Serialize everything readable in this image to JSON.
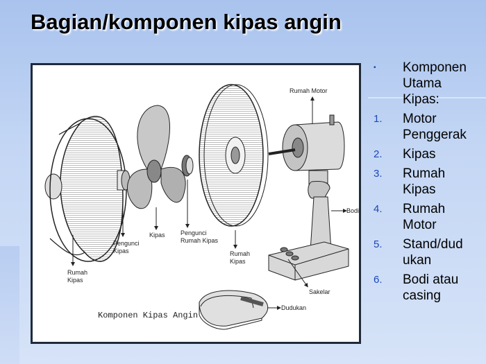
{
  "slide": {
    "title": "Bagian/komponen kipas angin"
  },
  "figure": {
    "caption": "Komponen Kipas Angin",
    "labels": {
      "rumah_motor_top": "Rumah Motor",
      "bodi": "Bodi",
      "rumah_kipas_front_l1": "Rumah",
      "rumah_kipas_front_l2": "Kipas",
      "pengunci_kipas_l1": "Pengunci",
      "pengunci_kipas_l2": "Kipas",
      "kipas": "Kipas",
      "pengunci_rumah_l1": "Pengunci",
      "pengunci_rumah_l2": "Rumah Kipas",
      "rumah_kipas_back_l1": "Rumah",
      "rumah_kipas_back_l2": "Kipas",
      "sakelar": "Sakelar",
      "dudukan": "Dudukan"
    }
  },
  "bullets": {
    "header_marker": "▪",
    "header_lines": [
      "Komponen",
      "Utama",
      "Kipas:"
    ],
    "items": [
      {
        "num": "1.",
        "lines": [
          "Motor",
          "Penggerak"
        ]
      },
      {
        "num": "2.",
        "lines": [
          "Kipas"
        ]
      },
      {
        "num": "3.",
        "lines": [
          "Rumah",
          "Kipas"
        ]
      },
      {
        "num": "4.",
        "lines": [
          "Rumah",
          "Motor"
        ]
      },
      {
        "num": "5.",
        "lines": [
          "Stand/dud",
          "ukan"
        ]
      },
      {
        "num": "6.",
        "lines": [
          "Bodi atau",
          "casing"
        ]
      }
    ]
  },
  "colors": {
    "marker": "#1a47b8",
    "panel_border": "#1f2a3a"
  }
}
